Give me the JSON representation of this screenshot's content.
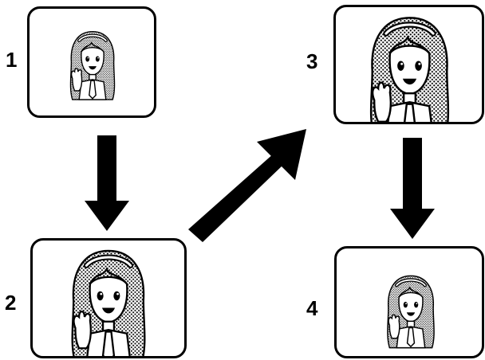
{
  "steps": [
    {
      "number": "1"
    },
    {
      "number": "2"
    },
    {
      "number": "3"
    },
    {
      "number": "4"
    }
  ],
  "colors": {
    "ink": "#000000",
    "paper": "#ffffff",
    "hair_dots": "#000000"
  }
}
